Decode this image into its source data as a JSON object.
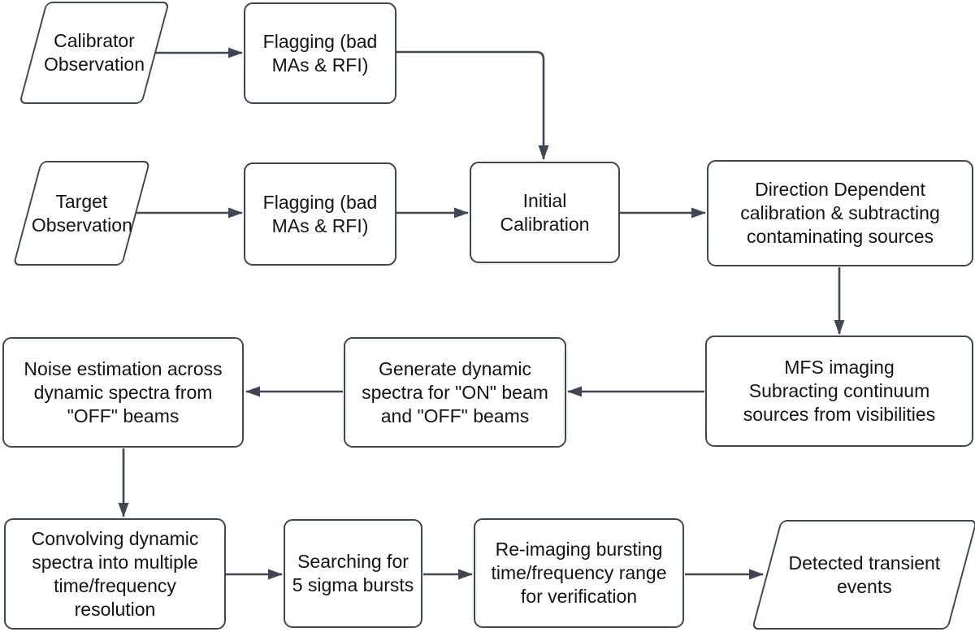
{
  "diagram": {
    "type": "flowchart",
    "description": "Radio transient detection data-processing pipeline",
    "colors": {
      "stroke": "#3e4753",
      "text": "#141414",
      "background": "#ffffff"
    },
    "nodes": [
      {
        "id": "calibrator-observation",
        "shape": "parallelogram",
        "label": "Calibrator\nObservation"
      },
      {
        "id": "flagging-calibrator",
        "shape": "rounded-rect",
        "label": "Flagging (bad\nMAs & RFI)"
      },
      {
        "id": "target-observation",
        "shape": "parallelogram",
        "label": "Target\nObservation"
      },
      {
        "id": "flagging-target",
        "shape": "rounded-rect",
        "label": "Flagging (bad\nMAs & RFI)"
      },
      {
        "id": "initial-calibration",
        "shape": "rounded-rect",
        "label": "Initial\nCalibration"
      },
      {
        "id": "direction-dependent-calibration",
        "shape": "rounded-rect",
        "label": "Direction Dependent\ncalibration & subtracting\ncontaminating sources"
      },
      {
        "id": "mfs-imaging",
        "shape": "rounded-rect",
        "label": "MFS imaging\nSubracting continuum\nsources from visibilities"
      },
      {
        "id": "generate-dynamic-spectra",
        "shape": "rounded-rect",
        "label": "Generate dynamic\nspectra for \"ON\" beam\nand \"OFF\" beams"
      },
      {
        "id": "noise-estimation",
        "shape": "rounded-rect",
        "label": "Noise estimation across\ndynamic spectra from\n\"OFF\" beams"
      },
      {
        "id": "convolving-dynamic-spectra",
        "shape": "rounded-rect",
        "label": "Convolving dynamic\nspectra into multiple\ntime/frequency\nresolution"
      },
      {
        "id": "searching-bursts",
        "shape": "rounded-rect",
        "label": "Searching for\n5 sigma bursts"
      },
      {
        "id": "reimaging-verification",
        "shape": "rounded-rect",
        "label": "Re-imaging bursting\ntime/frequency range\nfor verification"
      },
      {
        "id": "detected-transient-events",
        "shape": "parallelogram",
        "label": "Detected transient\nevents"
      }
    ],
    "edges": [
      {
        "from": "calibrator-observation",
        "to": "flagging-calibrator"
      },
      {
        "from": "flagging-calibrator",
        "to": "initial-calibration"
      },
      {
        "from": "target-observation",
        "to": "flagging-target"
      },
      {
        "from": "flagging-target",
        "to": "initial-calibration"
      },
      {
        "from": "initial-calibration",
        "to": "direction-dependent-calibration"
      },
      {
        "from": "direction-dependent-calibration",
        "to": "mfs-imaging"
      },
      {
        "from": "mfs-imaging",
        "to": "generate-dynamic-spectra"
      },
      {
        "from": "generate-dynamic-spectra",
        "to": "noise-estimation"
      },
      {
        "from": "noise-estimation",
        "to": "convolving-dynamic-spectra"
      },
      {
        "from": "convolving-dynamic-spectra",
        "to": "searching-bursts"
      },
      {
        "from": "searching-bursts",
        "to": "reimaging-verification"
      },
      {
        "from": "reimaging-verification",
        "to": "detected-transient-events"
      }
    ]
  }
}
